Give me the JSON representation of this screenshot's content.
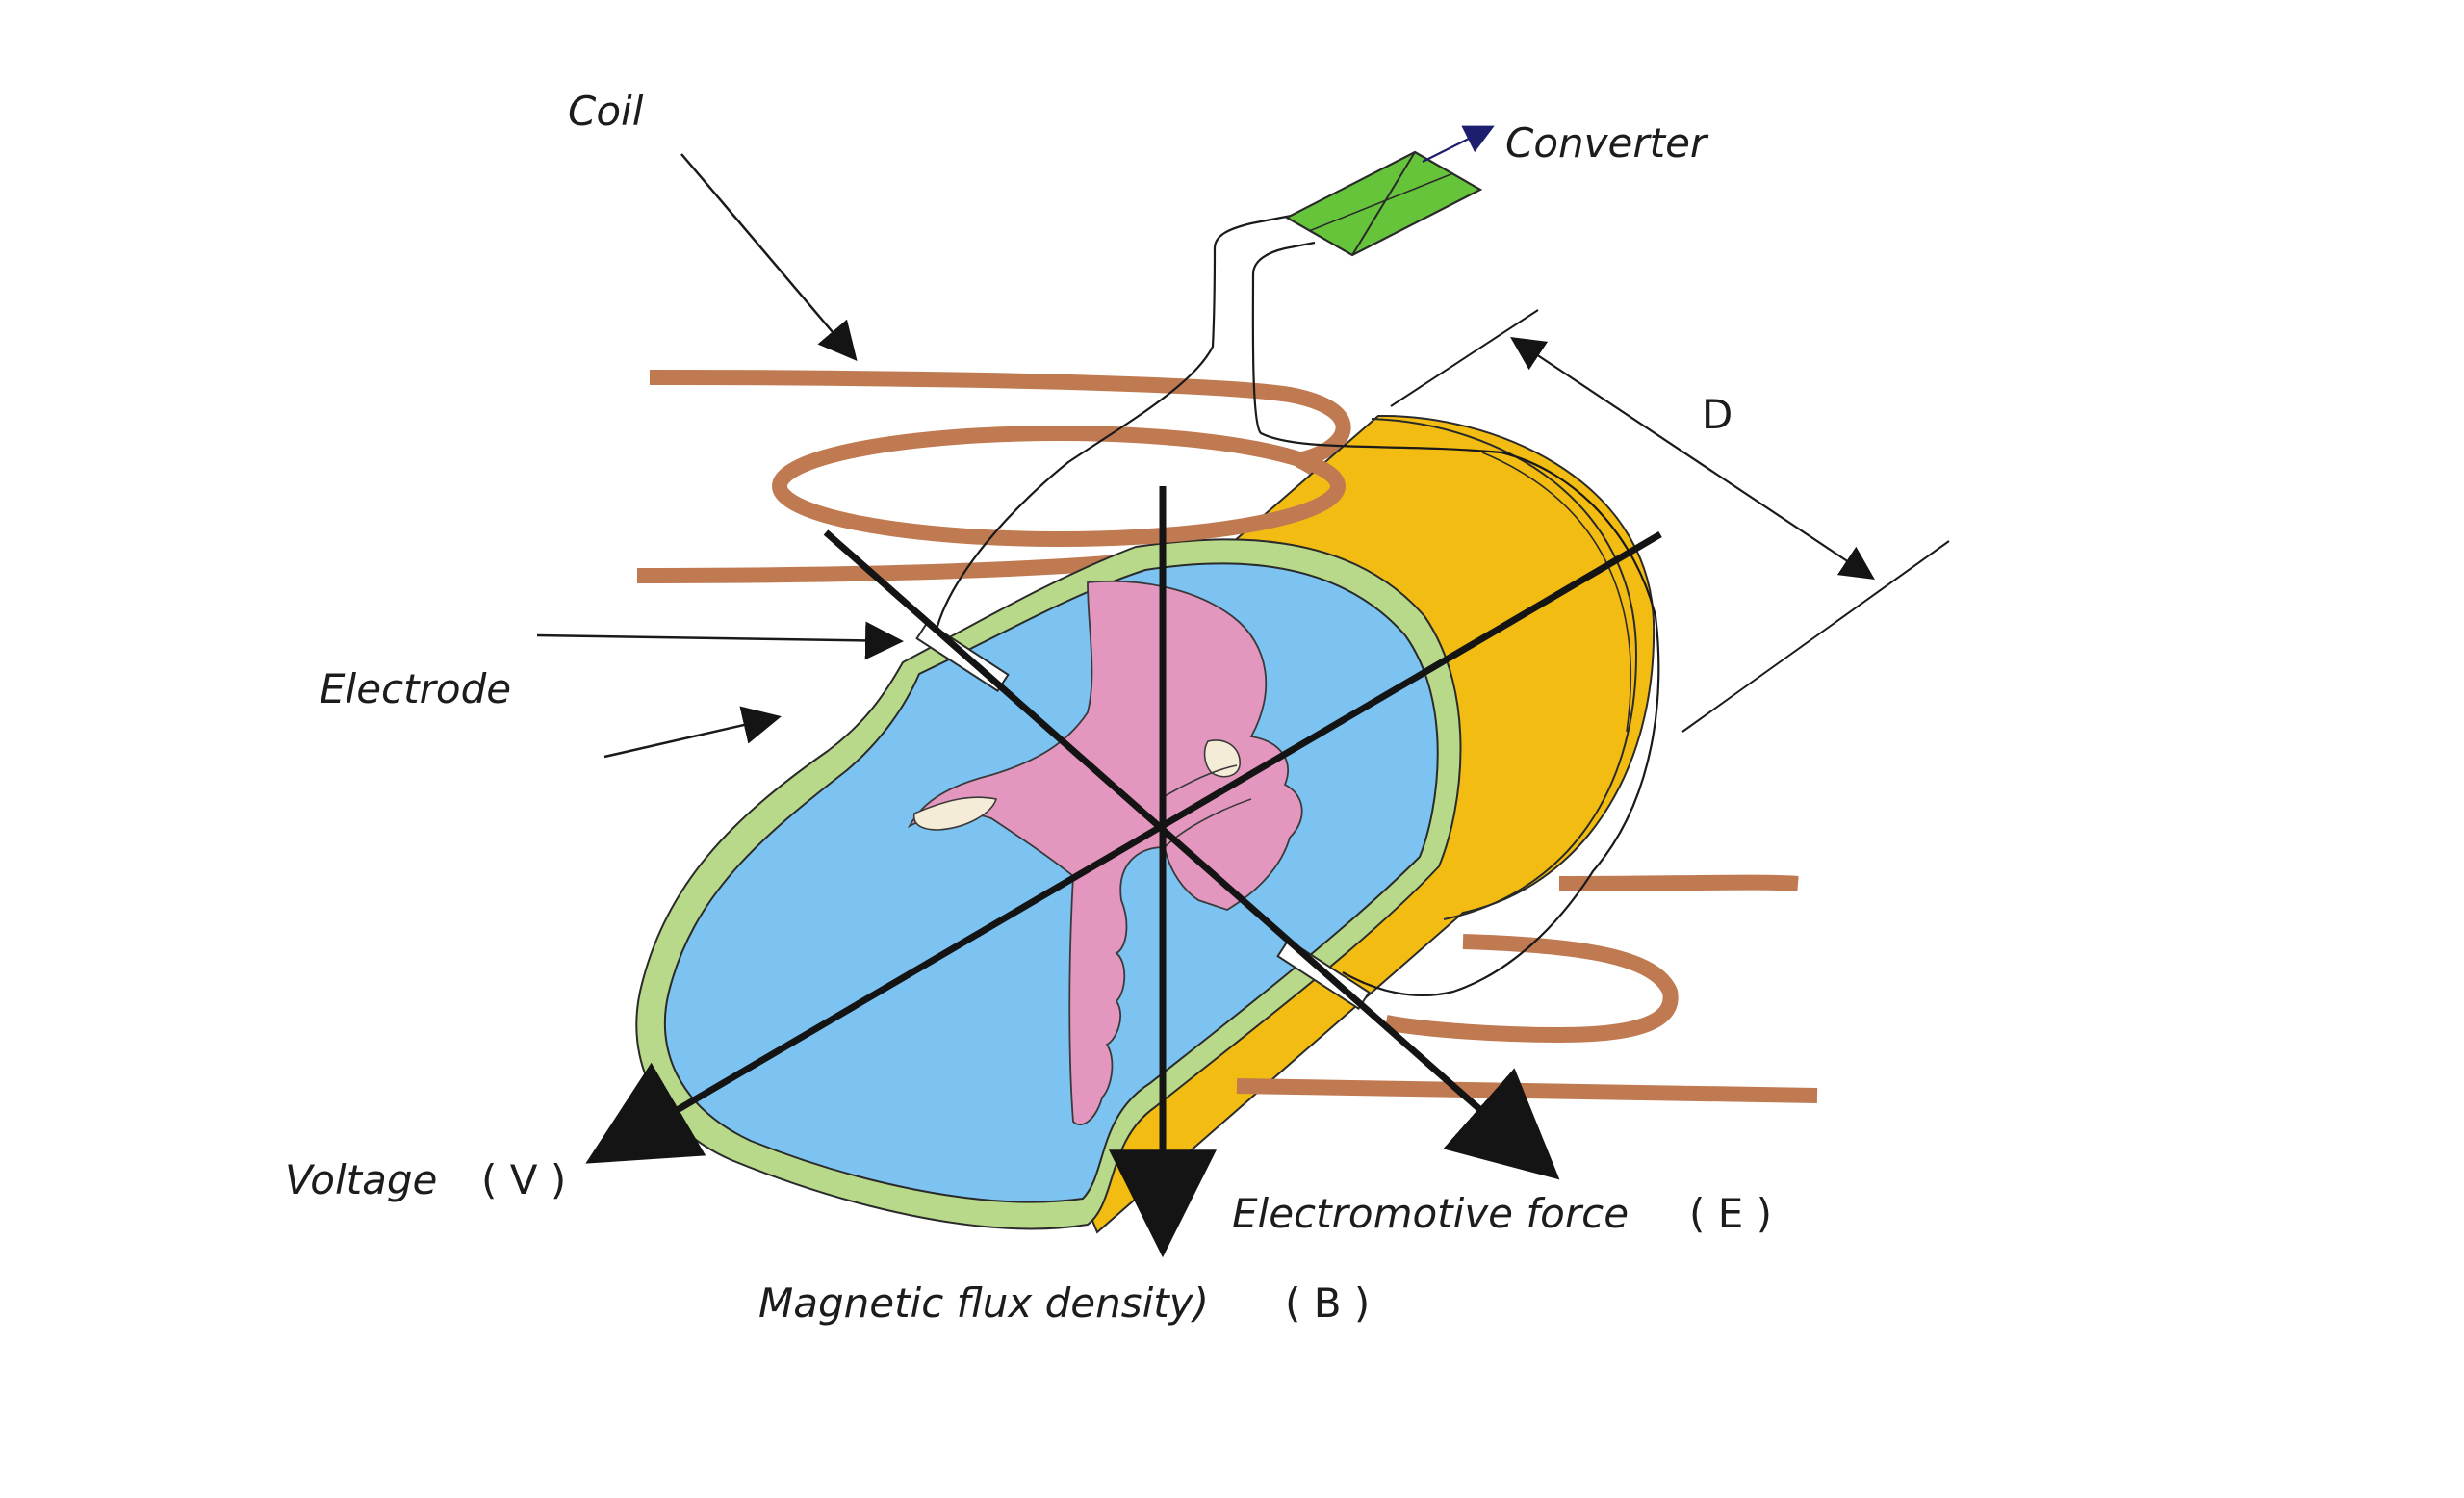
{
  "labels": {
    "coil": "Coil",
    "converter": "Converter",
    "dimension": "D",
    "electrode": "Electrode",
    "voltage": "Voltage",
    "voltage_symbol": "( V )",
    "emf": "Electromotive force",
    "emf_symbol": "( E )",
    "flux": "Magnetic flux density)",
    "flux_symbol": "( B )"
  },
  "colors": {
    "background": "#ffffff",
    "pipe_body": "#f2bc12",
    "pipe_rim": "#b8d98a",
    "fluid": "#7cc3f2",
    "hand": "#e497be",
    "coil": "#c07a52",
    "converter": "#66c43a",
    "converter_arrow": "#1e1e6e",
    "axes": "#141414"
  }
}
